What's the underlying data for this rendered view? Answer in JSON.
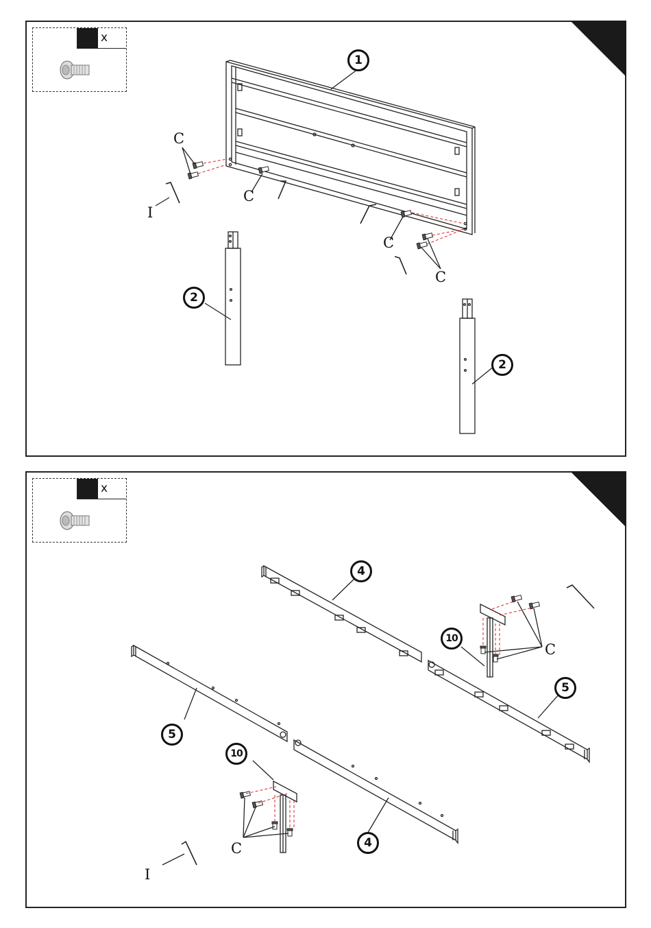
{
  "step1": {
    "hardware": {
      "icon": "bolt-icon",
      "quantity_label": "x"
    },
    "labels": {
      "part_headboard": "1",
      "part_leg_left": "2",
      "part_leg_right": "2",
      "bolt_c_1": "C",
      "bolt_c_2": "C",
      "bolt_c_3": "C",
      "bolt_c_4": "C",
      "tool_i": "I"
    }
  },
  "step2": {
    "hardware": {
      "icon": "bolt-icon",
      "quantity_label": "x"
    },
    "labels": {
      "part_rail_4_top": "4",
      "part_rail_4_bottom": "4",
      "part_rail_5_left": "5",
      "part_rail_5_right": "5",
      "part_leg_10_top": "10",
      "part_leg_10_bottom": "10",
      "bolt_c_right": "C",
      "bolt_c_left": "C",
      "tool_i": "I"
    }
  }
}
